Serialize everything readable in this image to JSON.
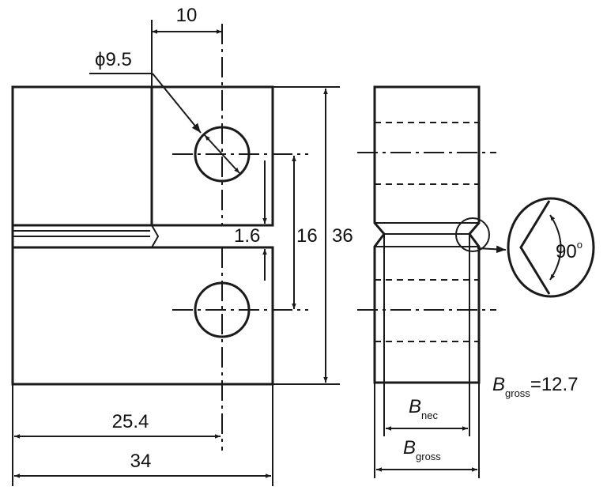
{
  "dimensions": {
    "hole_offset": "10",
    "hole_diameter": "ϕ9.5",
    "notch_width": "1.6",
    "hole_spacing": "16",
    "height": "36",
    "load_line": "25.4",
    "width": "34"
  },
  "detail": {
    "angle_value": "90",
    "angle_unit": "o"
  },
  "thickness": {
    "b_symbol": "B",
    "gross_sub": "gross",
    "net_sub": "nec",
    "gross_equals": "=12.7"
  }
}
